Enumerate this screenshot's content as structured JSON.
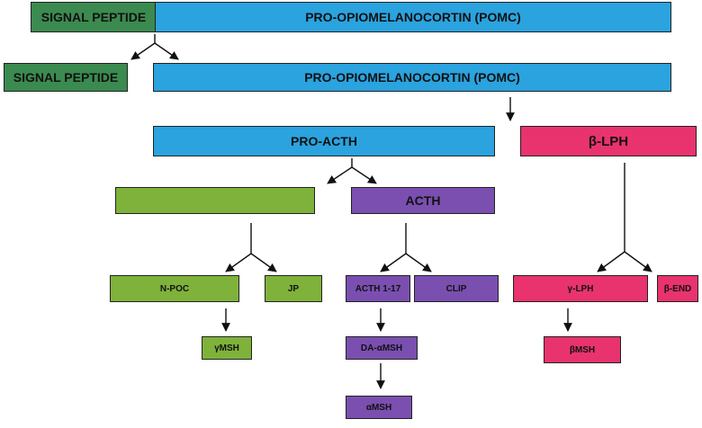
{
  "colors": {
    "pomc_blue": "#2aa3df",
    "signal_green": "#3b8a50",
    "npoc_olive": "#7fb23a",
    "acth_purple": "#7a4fb0",
    "lph_pink": "#e8336e"
  },
  "boxes": {
    "signal_peptide_top": "SIGNAL PEPTIDE",
    "pomc_top": "PRO-OPIOMELANOCORTIN (POMC)",
    "signal_peptide_cleaved": "SIGNAL PEPTIDE",
    "pomc_cleaved": "PRO-OPIOMELANOCORTIN (POMC)",
    "pro_acth": "PRO-ACTH",
    "beta_lph": "β-LPH",
    "unlabeled_fragment": "",
    "acth": "ACTH",
    "n_poc": "N-POC",
    "jp": "JP",
    "acth_1_17": "ACTH 1-17",
    "clip": "CLIP",
    "gamma_lph": "γ-LPH",
    "beta_end": "β-END",
    "gamma_msh": "γMSH",
    "da_alpha_msh": "DA-αMSH",
    "beta_msh": "βMSH",
    "alpha_msh": "αMSH"
  }
}
